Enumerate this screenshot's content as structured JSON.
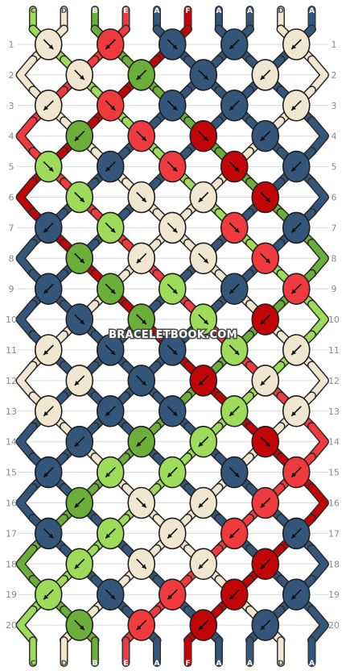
{
  "watermark": "BRACELETBOOK.COM",
  "colors": {
    "A": "#34567a",
    "B": "#6cae3a",
    "C": "#9edb5a",
    "D": "#f1e6cf",
    "E": "#ef3b3e",
    "F": "#c20608"
  },
  "threads_top": [
    "C",
    "D",
    "B",
    "E",
    "A",
    "F",
    "A",
    "A",
    "D",
    "A"
  ],
  "threads_bottom": [
    "C",
    "D",
    "B",
    "E",
    "A",
    "F",
    "A",
    "A",
    "D",
    "A"
  ],
  "row_labels": [
    "1",
    "2",
    "3",
    "4",
    "5",
    "6",
    "7",
    "8",
    "9",
    "10",
    "11",
    "12",
    "13",
    "14",
    "15",
    "16",
    "17",
    "18",
    "19",
    "20"
  ],
  "knots": [
    [
      [
        "D",
        "br"
      ],
      [
        "E",
        "bl"
      ],
      [
        "A",
        "br"
      ],
      [
        "A",
        "bl"
      ],
      [
        "D",
        "bl"
      ]
    ],
    [
      [
        "D",
        "br"
      ],
      [
        "B",
        "bl"
      ],
      [
        "A",
        "br"
      ],
      [
        "D",
        "bl"
      ]
    ],
    [
      [
        "D",
        "bl"
      ],
      [
        "E",
        "br"
      ],
      [
        "A",
        "br"
      ],
      [
        "A",
        "bl"
      ],
      [
        "D",
        "bl"
      ]
    ],
    [
      [
        "B",
        "bl"
      ],
      [
        "E",
        "br"
      ],
      [
        "F",
        "br"
      ],
      [
        "A",
        "bl"
      ]
    ],
    [
      [
        "C",
        "br"
      ],
      [
        "A",
        "bl"
      ],
      [
        "E",
        "br"
      ],
      [
        "F",
        "br"
      ],
      [
        "A",
        "bl"
      ]
    ],
    [
      [
        "C",
        "br"
      ],
      [
        "D",
        "br"
      ],
      [
        "D",
        "bl"
      ],
      [
        "F",
        "br"
      ]
    ],
    [
      [
        "A",
        "bl"
      ],
      [
        "C",
        "br"
      ],
      [
        "D",
        "br"
      ],
      [
        "E",
        "br"
      ],
      [
        "A",
        "bl"
      ]
    ],
    [
      [
        "B",
        "br"
      ],
      [
        "D",
        "bl"
      ],
      [
        "D",
        "br"
      ],
      [
        "E",
        "br"
      ]
    ],
    [
      [
        "A",
        "bl"
      ],
      [
        "B",
        "br"
      ],
      [
        "C",
        "br"
      ],
      [
        "A",
        "bl"
      ],
      [
        "E",
        "bl"
      ]
    ],
    [
      [
        "A",
        "br"
      ],
      [
        "B",
        "br"
      ],
      [
        "C",
        "br"
      ],
      [
        "F",
        "bl"
      ]
    ],
    [
      [
        "D",
        "bl"
      ],
      [
        "A",
        "br"
      ],
      [
        "A",
        "br"
      ],
      [
        "C",
        "br"
      ],
      [
        "D",
        "bl"
      ]
    ],
    [
      [
        "D",
        "bl"
      ],
      [
        "A",
        "br"
      ],
      [
        "F",
        "bl"
      ],
      [
        "D",
        "bl"
      ]
    ],
    [
      [
        "D",
        "bl"
      ],
      [
        "A",
        "bl"
      ],
      [
        "A",
        "br"
      ],
      [
        "C",
        "bl"
      ],
      [
        "D",
        "bl"
      ]
    ],
    [
      [
        "A",
        "bl"
      ],
      [
        "B",
        "bl"
      ],
      [
        "C",
        "bl"
      ],
      [
        "F",
        "br"
      ]
    ],
    [
      [
        "A",
        "bl"
      ],
      [
        "C",
        "bl"
      ],
      [
        "C",
        "bl"
      ],
      [
        "A",
        "br"
      ],
      [
        "E",
        "bl"
      ]
    ],
    [
      [
        "B",
        "bl"
      ],
      [
        "D",
        "br"
      ],
      [
        "D",
        "bl"
      ],
      [
        "E",
        "bl"
      ]
    ],
    [
      [
        "A",
        "br"
      ],
      [
        "C",
        "bl"
      ],
      [
        "D",
        "bl"
      ],
      [
        "E",
        "bl"
      ],
      [
        "A",
        "bl"
      ]
    ],
    [
      [
        "C",
        "bl"
      ],
      [
        "D",
        "br"
      ],
      [
        "D",
        "bl"
      ],
      [
        "F",
        "bl"
      ]
    ],
    [
      [
        "C",
        "bl"
      ],
      [
        "A",
        "br"
      ],
      [
        "E",
        "bl"
      ],
      [
        "F",
        "bl"
      ],
      [
        "A",
        "bl"
      ]
    ],
    [
      [
        "B",
        "br"
      ],
      [
        "E",
        "bl"
      ],
      [
        "F",
        "bl"
      ],
      [
        "A",
        "bl"
      ]
    ]
  ]
}
